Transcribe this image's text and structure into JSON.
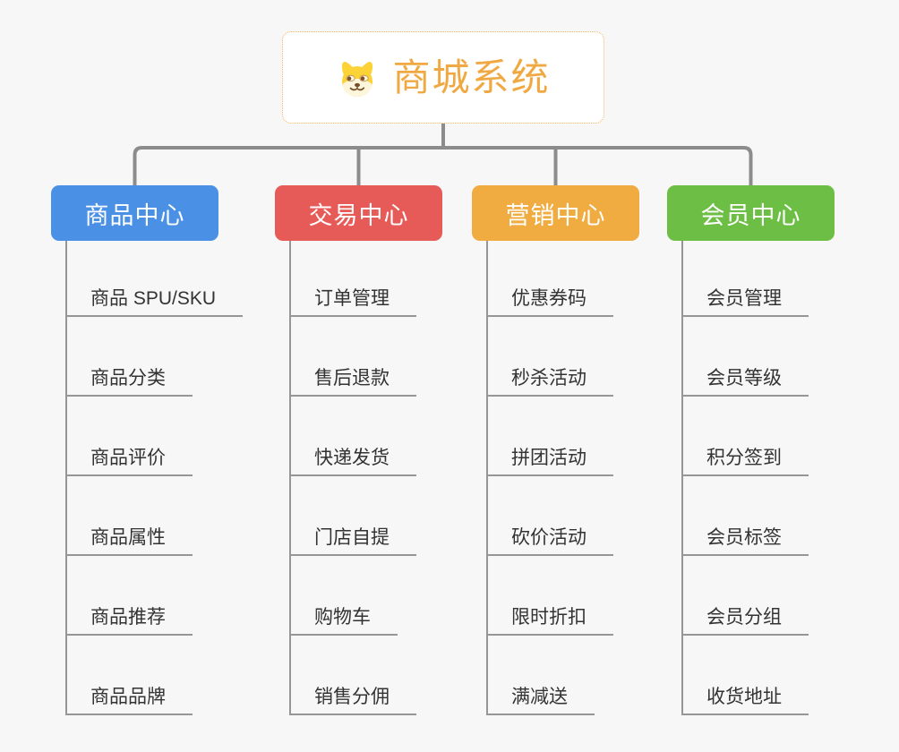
{
  "page": {
    "background": "#f7f7f7",
    "connector_color": "#8c8c8c"
  },
  "root": {
    "title": "商城系统",
    "icon": "dog-icon",
    "title_color": "#f0a942",
    "border_color": "#f2b35c"
  },
  "branches": [
    {
      "label": "商品中心",
      "color": "#4a90e5",
      "items": [
        "商品 SPU/SKU",
        "商品分类",
        "商品评价",
        "商品属性",
        "商品推荐",
        "商品品牌"
      ]
    },
    {
      "label": "交易中心",
      "color": "#e65b58",
      "items": [
        "订单管理",
        "售后退款",
        "快递发货",
        "门店自提",
        "购物车",
        "销售分佣"
      ]
    },
    {
      "label": "营销中心",
      "color": "#f0ac41",
      "items": [
        "优惠券码",
        "秒杀活动",
        "拼团活动",
        "砍价活动",
        "限时折扣",
        "满减送"
      ]
    },
    {
      "label": "会员中心",
      "color": "#6cbe45",
      "items": [
        "会员管理",
        "会员等级",
        "积分签到",
        "会员标签",
        "会员分组",
        "收货地址"
      ]
    }
  ]
}
